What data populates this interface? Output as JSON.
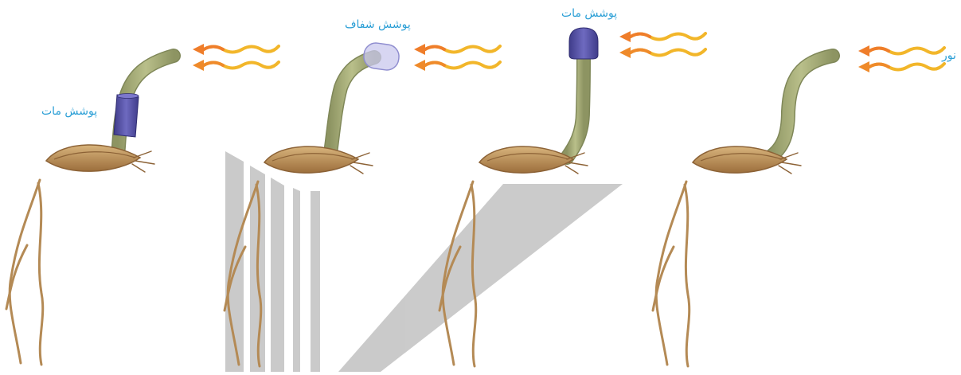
{
  "labels": {
    "sleeve_opaque": "پوشش مات",
    "cap_transparent": "پوشش شفاف",
    "cap_opaque": "پوشش مات",
    "light": "نور"
  },
  "colors": {
    "label_text": "#2b9fd6",
    "stem": "#a9b07a",
    "stem_dark": "#7f8758",
    "opaque_cover": "#5a56a8",
    "transparent_cover": "#b9b8e6",
    "seed": "#c9a16a",
    "seed_dark": "#8c6236",
    "root": "#b48a55",
    "arrow_orange": "#ef7d2a",
    "arrow_yellow": "#f2b62a",
    "watermark": "#c8c8c8"
  },
  "icons": [
    "seedling-icon",
    "light-rays-icon",
    "watermark-logo"
  ]
}
